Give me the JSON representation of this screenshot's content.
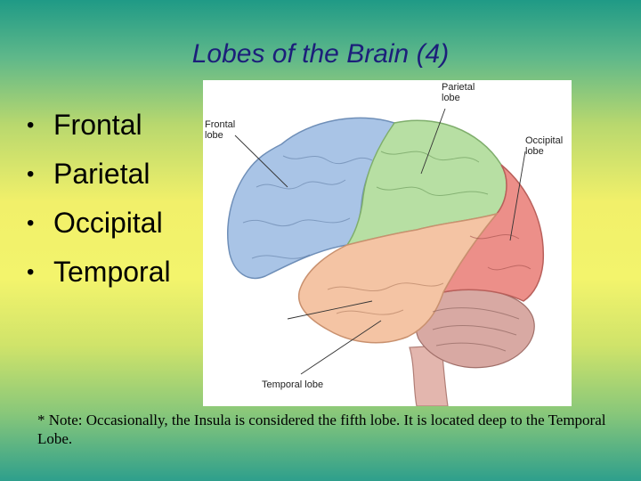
{
  "slide": {
    "title": "Lobes of the Brain (4)",
    "bullet_glyph": "•",
    "bullets": [
      "Frontal",
      "Parietal",
      "Occipital",
      "Temporal"
    ],
    "note": "*  Note:  Occasionally, the Insula is considered the fifth lobe.  It is located deep to the Temporal Lobe."
  },
  "figure": {
    "labels": {
      "frontal": "Frontal\nlobe",
      "parietal": "Parietal\nlobe",
      "occipital": "Occipital\nlobe",
      "temporal": "Temporal lobe"
    },
    "colors": {
      "frontal": "#a9c4e6",
      "parietal": "#b7dfa3",
      "occipital": "#ec8f89",
      "temporal": "#f4c4a4",
      "cerebellum": "#d8a9a3",
      "brainstem": "#e3b6ae"
    }
  }
}
